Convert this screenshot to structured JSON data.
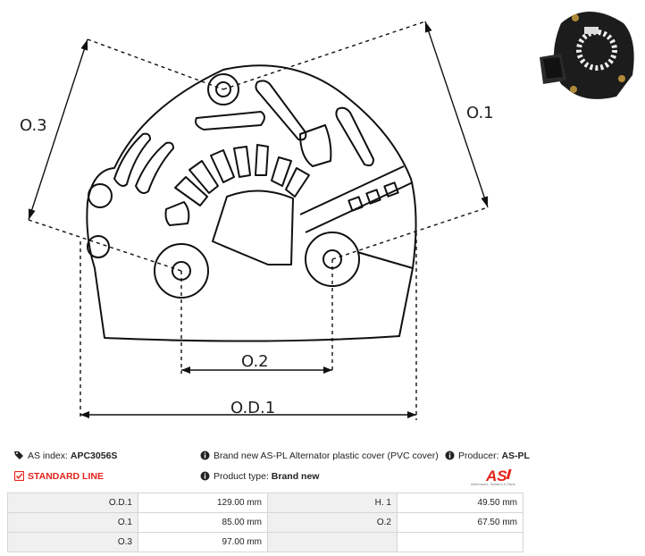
{
  "drawing": {
    "labels": {
      "o3": "O.3",
      "o1": "O.1",
      "o2": "O.2",
      "od1": "O.D.1"
    }
  },
  "info": {
    "as_index_label": "AS index:",
    "as_index_value": "APC3056S",
    "description": "Brand new AS-PL Alternator plastic cover (PVC cover)",
    "producer_label": "Producer:",
    "producer_value": "AS-PL",
    "standard_line": "STANDARD LINE",
    "product_type_label": "Product type:",
    "product_type_value": "Brand new",
    "logo_text": "AS",
    "logo_sub": "Alternators, Starters & Parts"
  },
  "specs": {
    "rows": [
      {
        "l1": "O.D.1",
        "v1": "129.00 mm",
        "l2": "H. 1",
        "v2": "49.50 mm"
      },
      {
        "l1": "O.1",
        "v1": "85.00 mm",
        "l2": "O.2",
        "v2": "67.50 mm"
      },
      {
        "l1": "O.3",
        "v1": "97.00 mm",
        "l2": "",
        "v2": ""
      }
    ]
  },
  "colors": {
    "brand_red": "#e2231a",
    "line": "#111111"
  }
}
